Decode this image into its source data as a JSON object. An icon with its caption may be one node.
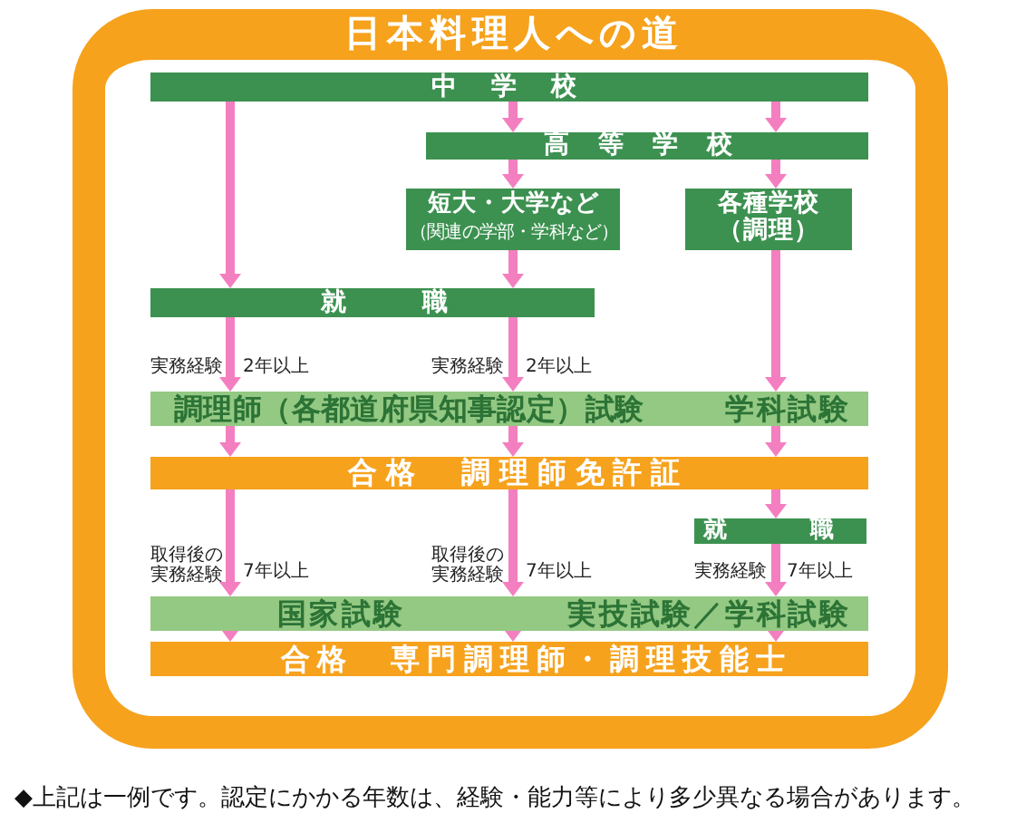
{
  "diagram": {
    "caption": "◆上記は一例です。認定にかかる年数は、経験・能力等により多少異なる場合があります。",
    "nodes": [
      {
        "text": [
          "日本料理人への道"
        ]
      },
      {
        "text": [
          "中学校"
        ],
        "in": 0
      },
      {
        "text": [
          "高等学校"
        ],
        "in": 0
      },
      {
        "text": [
          "短大・大学など",
          "（関連の学部・学科など）"
        ],
        "in": 0
      },
      {
        "text": [
          "各種学校（調理）"
        ],
        "in": 0
      },
      {
        "text": [
          "就　職"
        ],
        "in": 0
      },
      {
        "text": [
          "調理師（各都道府県知事認定）試験",
          "学科試験"
        ],
        "in": 0
      },
      {
        "text": [
          "合格　調理師免許証"
        ],
        "in": 0
      },
      {
        "text": [
          "就　職"
        ],
        "in": 0
      },
      {
        "text": [
          "国家試験",
          "実技試験／学科試験"
        ],
        "in": 0
      },
      {
        "text": [
          "合格　専門調理師・調理技能士"
        ],
        "in": 0
      }
    ],
    "edges": [
      {
        "from": 1,
        "to": 5,
        "arrow": "to"
      },
      {
        "from": 1,
        "to": 2,
        "arrow": "to"
      },
      {
        "from": 1,
        "to": 2,
        "arrow": "to"
      },
      {
        "from": 2,
        "to": 3,
        "arrow": "to"
      },
      {
        "from": 2,
        "to": 4,
        "arrow": "to"
      },
      {
        "from": 3,
        "to": 5,
        "arrow": "to"
      },
      {
        "from": 5,
        "to": 6,
        "arrow": "to"
      },
      {
        "from": 5,
        "to": 6,
        "arrow": "to"
      },
      {
        "from": 4,
        "to": 6,
        "arrow": "to"
      },
      {
        "from": 6,
        "to": 7,
        "arrow": "to"
      },
      {
        "from": 6,
        "to": 7,
        "arrow": "to"
      },
      {
        "from": 6,
        "to": 7,
        "arrow": "to"
      },
      {
        "from": 7,
        "to": 9,
        "arrow": "to"
      },
      {
        "from": 7,
        "to": 9,
        "arrow": "to"
      },
      {
        "from": 7,
        "to": 8,
        "arrow": "to"
      },
      {
        "from": 8,
        "to": 9,
        "arrow": "to"
      },
      {
        "from": 9,
        "to": 10,
        "arrow": "to"
      },
      {
        "from": 9,
        "to": 10,
        "arrow": "to"
      },
      {
        "from": 9,
        "to": 10,
        "arrow": "to"
      }
    ],
    "labels": [
      "実務経験",
      "2年以上",
      "実務経験",
      "2年以上",
      "取得後の実務経験",
      "7年以上",
      "取得後の実務経験",
      "7年以上",
      "実務経験",
      "7年以上"
    ]
  }
}
